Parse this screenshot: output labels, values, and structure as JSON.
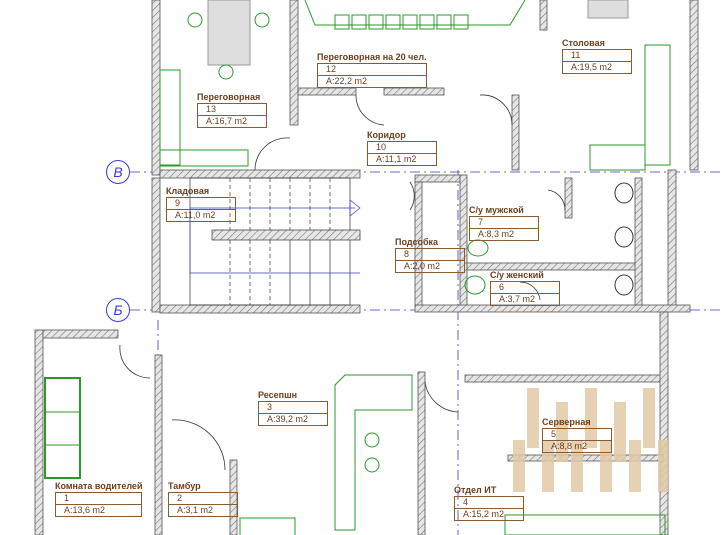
{
  "axes": {
    "b_upper": "В",
    "b_lower": "Б"
  },
  "rooms": [
    {
      "name": "Комната водителей",
      "number": "1",
      "area": "A:13,6 m2"
    },
    {
      "name": "Тамбур",
      "number": "2",
      "area": "A:3,1 m2"
    },
    {
      "name": "Ресепшн",
      "number": "3",
      "area": "A:39,2 m2"
    },
    {
      "name": "Отдел ИТ",
      "number": "4",
      "area": "A:15,2 m2"
    },
    {
      "name": "Серверная",
      "number": "5",
      "area": "A:8,8 m2"
    },
    {
      "name": "С/у женский",
      "number": "6",
      "area": "A:3,7 m2"
    },
    {
      "name": "С/у мужской",
      "number": "7",
      "area": "A:8,3 m2"
    },
    {
      "name": "Подсобка",
      "number": "8",
      "area": "A:2,0 m2"
    },
    {
      "name": "Кладовая",
      "number": "9",
      "area": "A:11,0 m2"
    },
    {
      "name": "Коридор",
      "number": "10",
      "area": "A:11,1 m2"
    },
    {
      "name": "Столовая",
      "number": "11",
      "area": "A:19,5 m2"
    },
    {
      "name": "Переговорная на 20 чел.",
      "number": "12",
      "area": "A:22,2 m2"
    },
    {
      "name": "Переговорная",
      "number": "13",
      "area": "A:16,7 m2"
    }
  ],
  "colors": {
    "wall": "#9a9a9a",
    "furniture": "#2a9a2a",
    "label": "#6b3e1e",
    "axis": "#3a3ad0",
    "server": "#e2c9a6"
  }
}
